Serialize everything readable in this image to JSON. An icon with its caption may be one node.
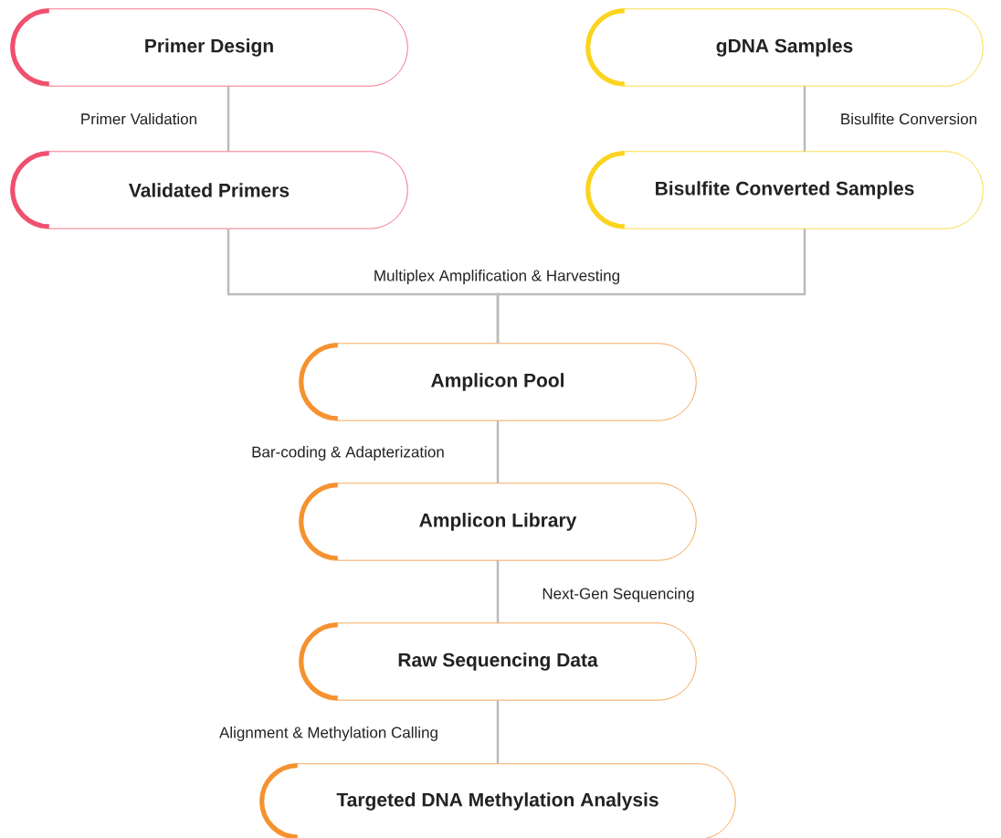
{
  "diagram": {
    "nodes": [
      {
        "text": [
          "Primer Design"
        ]
      },
      {
        "text": [
          "gDNA Samples"
        ]
      },
      {
        "text": [
          "Validated Primers"
        ]
      },
      {
        "text": [
          "Bisulfite Converted Samples"
        ]
      },
      {
        "text": [
          "Amplicon Pool"
        ]
      },
      {
        "text": [
          "Amplicon Library"
        ]
      },
      {
        "text": [
          "Raw Sequencing Data"
        ]
      },
      {
        "text": [
          "Targeted DNA Methylation Analysis"
        ]
      }
    ],
    "edges": [
      {
        "from": 0,
        "to": 2,
        "arrow": "none",
        "label": "Primer Validation"
      },
      {
        "from": 1,
        "to": 3,
        "arrow": "none",
        "label": "Bisulfite Conversion"
      },
      {
        "from": 2,
        "to": 4,
        "arrow": "none",
        "label": "Multiplex Amplification & Harvesting"
      },
      {
        "from": 3,
        "to": 4,
        "arrow": "none"
      },
      {
        "from": 4,
        "to": 5,
        "arrow": "none",
        "label": "Bar-coding & Adapterization"
      },
      {
        "from": 5,
        "to": 6,
        "arrow": "none",
        "label": "Next-Gen Sequencing"
      },
      {
        "from": 6,
        "to": 7,
        "arrow": "none",
        "label": "Alignment & Methylation Calling"
      }
    ]
  }
}
